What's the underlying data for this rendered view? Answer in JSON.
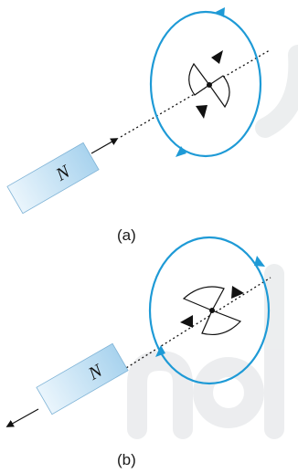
{
  "magnet_label_a": "N",
  "magnet_label_b": "N",
  "caption_a": "(a)",
  "caption_b": "(b)",
  "colors": {
    "loop": "#1e9ad6",
    "magnet_dark": "#a9d3ee",
    "magnet_light": "#eaf5fc",
    "ink": "#111111",
    "watermark": "#d9dcde"
  }
}
